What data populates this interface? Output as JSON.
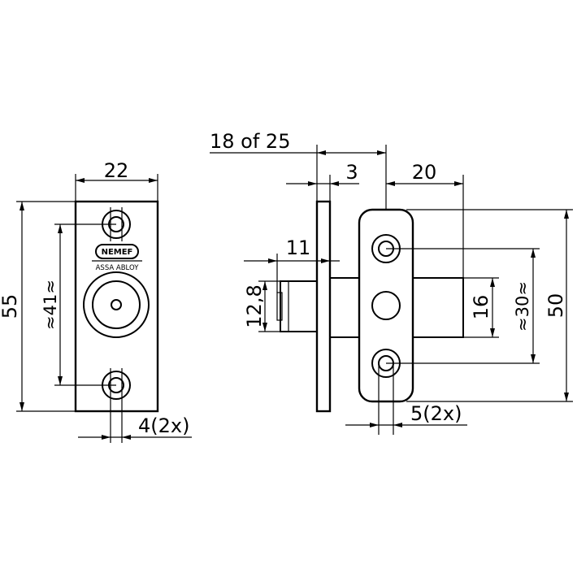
{
  "front_view": {
    "width_label": "22",
    "height_label": "55",
    "hole_pitch_label": "≈41≈",
    "hole_diameter_label": "4(2x)",
    "logo_text": "NEMEF",
    "logo_subtext": "ASSA ABLOY"
  },
  "side_view": {
    "latch_range_label": "18 of 25",
    "plate_thickness_label": "3",
    "housing_depth_label": "20",
    "latch_projection_label": "11",
    "latch_height_label": "12,8",
    "housing_height_label": "16",
    "hole_pitch_label": "≈30≈",
    "overall_height_label": "50",
    "hole_diameter_label": "5(2x)"
  }
}
